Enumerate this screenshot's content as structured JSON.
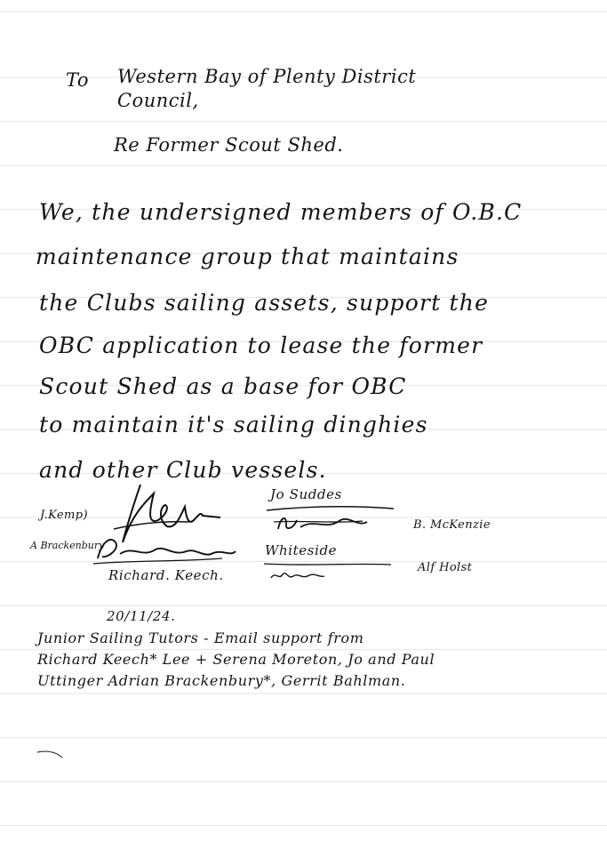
{
  "letter": {
    "to_label": "To",
    "addressee_line1": "Western Bay of Plenty District",
    "addressee_line2": "Council,",
    "subject": "Re Former Scout Shed.",
    "body_lines": [
      "We, the undersigned members of O.B.C",
      "maintenance group that maintains",
      "the Clubs sailing assets, support the",
      "OBC application to lease the former",
      "Scout Shed as a base for OBC",
      "to maintain it's sailing dinghies",
      "and other Club vessels."
    ]
  },
  "signatures": {
    "kemp_label": "J.Kemp)",
    "brackenbury_label": "A Brackenbury",
    "keech_label": "Richard. Keech.",
    "suddes_label": "Jo Suddes",
    "mckenzie_label": "B. McKenzie",
    "whiteside_label": "Whiteside",
    "holst_label": "Alf Holst"
  },
  "footer": {
    "date": "20/11/24.",
    "note_line1": "Junior Sailing Tutors - Email support from",
    "note_line2": "Richard Keech* Lee + Serena Moreton, Jo and Paul",
    "note_line3": "Uttinger Adrian Brackenbury*, Gerrit Bahlman."
  }
}
